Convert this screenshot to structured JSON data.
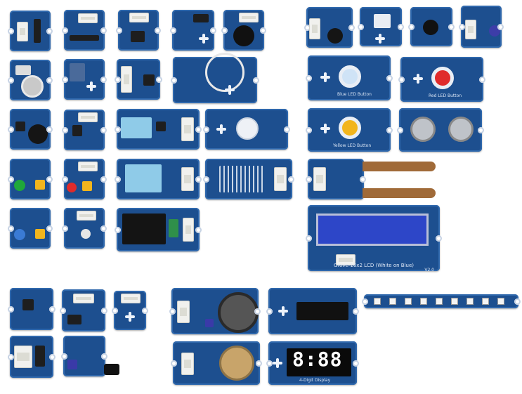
{
  "labels": {
    "blue_led_button": "Blue LED Button",
    "red_led_button": "Red LED Button",
    "yellow_led_button": "Yellow LED Button",
    "lcd_caption": "Grove-16x2 LCD (White on Blue)",
    "lcd_version": "V2.0",
    "segment_display": "8:88",
    "four_digit_label": "4-Digit Display"
  },
  "colors": {
    "pcb_blue": "#1d4f8f",
    "connector_white": "#f1f1ee",
    "led_blue": "#3a7bd5",
    "led_red": "#e02b2b",
    "led_yellow": "#f2b51c",
    "led_green": "#1fa83a",
    "lcd_panel": "#2d46c8",
    "soil_probe": "#a06a38"
  },
  "icons": [
    "grove-leaf-icon"
  ]
}
